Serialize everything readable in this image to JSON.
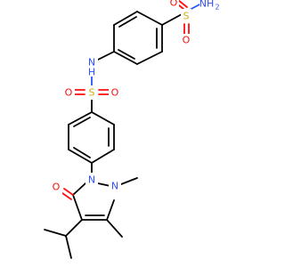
{
  "molecule": {
    "atoms": {
      "nh2": {
        "text": "NH",
        "sub": "2",
        "element": "N"
      },
      "s_top": {
        "text": "S",
        "element": "S"
      },
      "o_top_left": {
        "text": "O",
        "element": "O"
      },
      "o_top_bottom": {
        "text": "O",
        "element": "O"
      },
      "nh_link": {
        "text": "N",
        "sub_h": "H",
        "element": "N"
      },
      "s_mid": {
        "text": "S",
        "element": "S"
      },
      "o_mid_left": {
        "text": "O",
        "element": "O"
      },
      "o_mid_right": {
        "text": "O",
        "element": "O"
      },
      "n1": {
        "text": "N",
        "element": "N"
      },
      "n2": {
        "text": "N",
        "element": "N"
      },
      "o_keto": {
        "text": "O",
        "element": "O"
      }
    },
    "colors": {
      "carbon": "#000000",
      "oxygen": "#FF0D0D",
      "nitrogen": "#3050F8",
      "sulfur": "#C9B012"
    }
  }
}
